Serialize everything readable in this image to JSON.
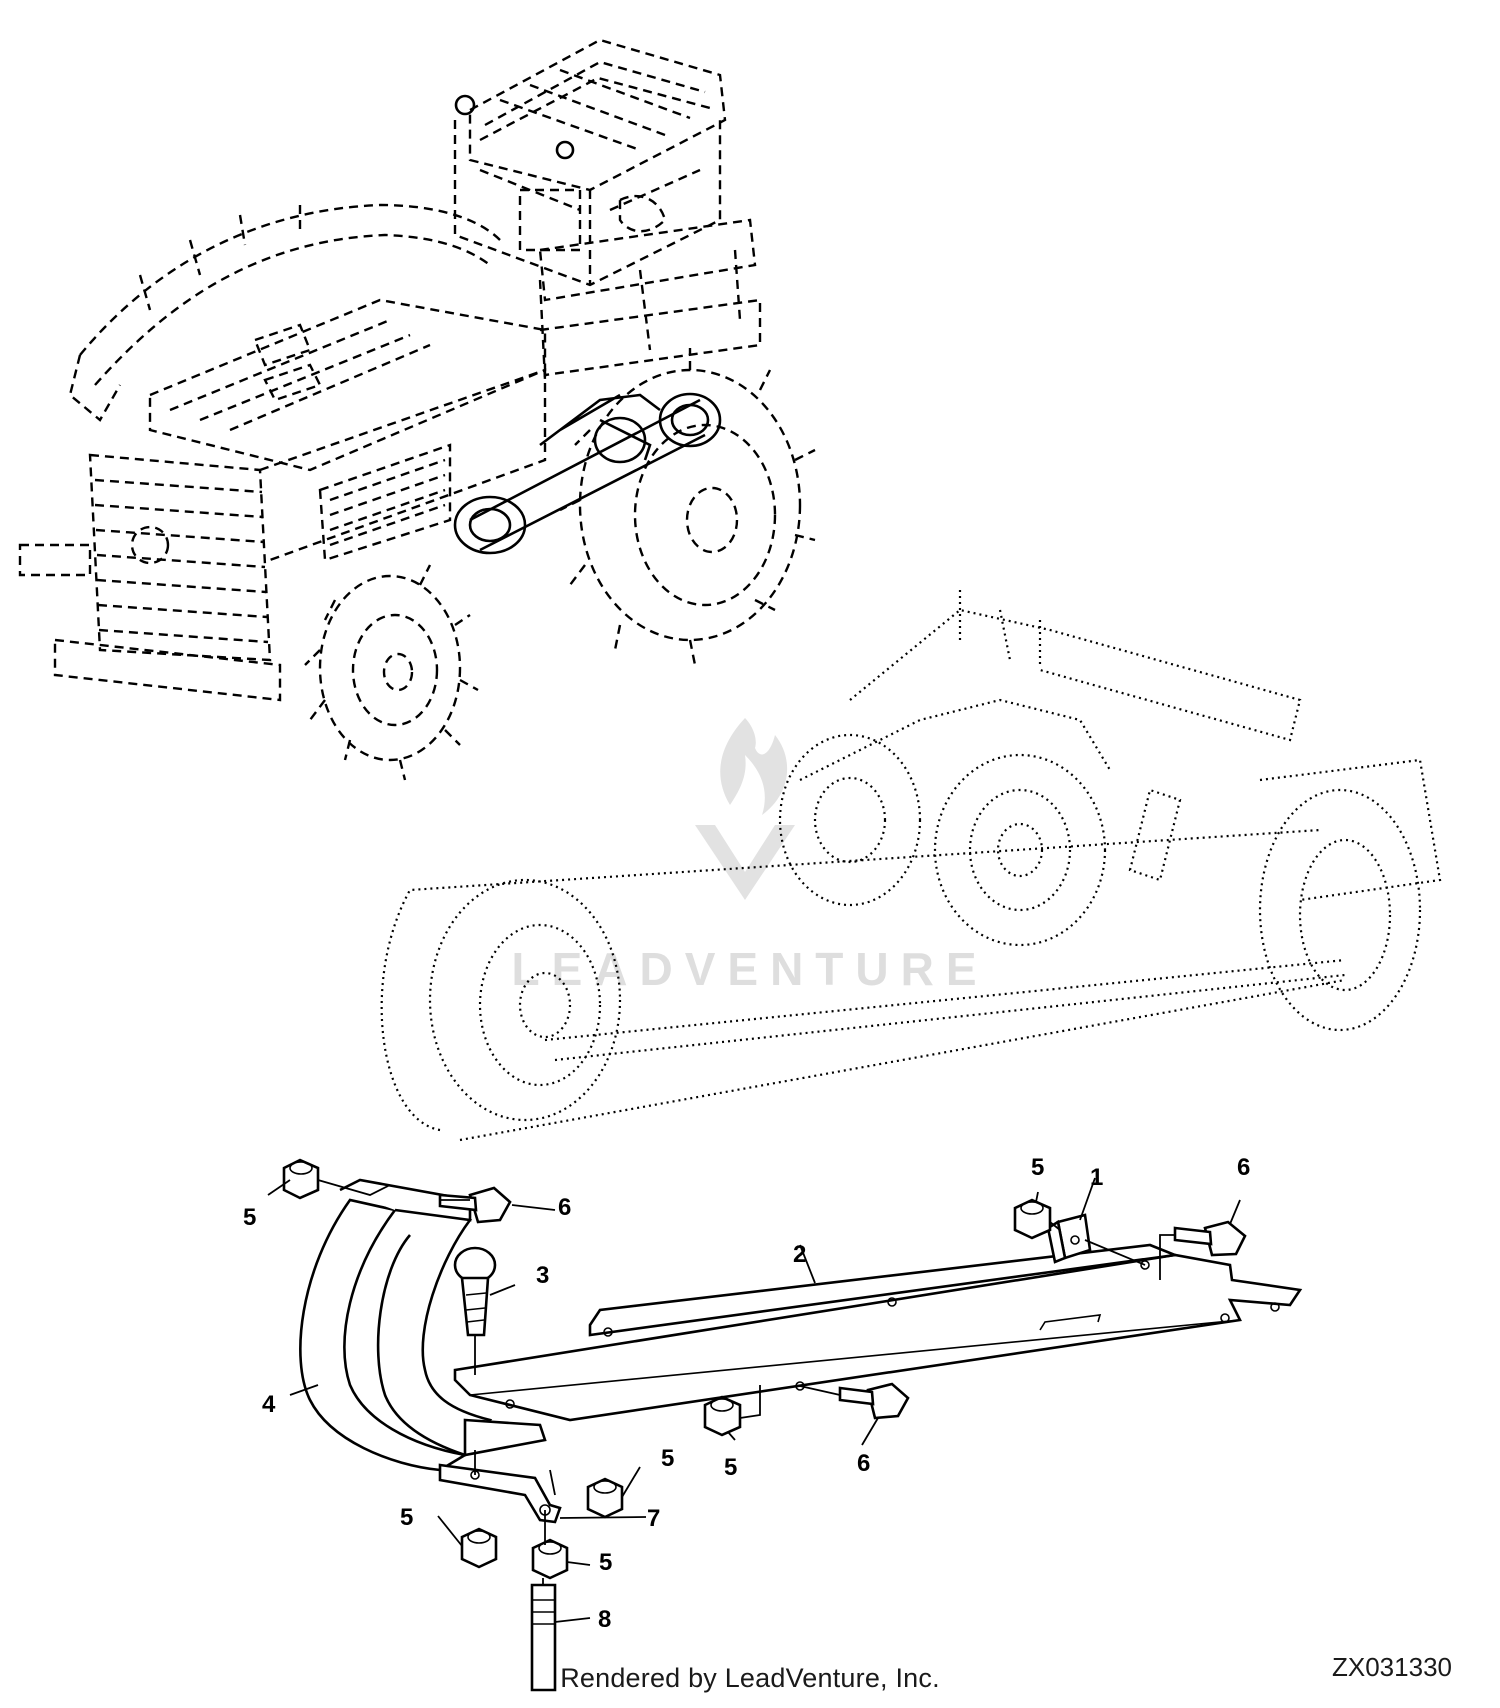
{
  "diagram": {
    "callouts": {
      "c1": "1",
      "c2": "2",
      "c3": "3",
      "c4": "4",
      "c5a": "5",
      "c5b": "5",
      "c5c": "5",
      "c5d": "5",
      "c5e": "5",
      "c5f": "5",
      "c6a": "6",
      "c6b": "6",
      "c6c": "6",
      "c7": "7",
      "c8": "8"
    },
    "watermark": "LEADVENTURE",
    "figure_id": "ZX031330",
    "credit": "Rendered by LeadVenture, Inc.",
    "colors": {
      "ink": "#000000",
      "watermark": "#d8d8d8",
      "background": "#ffffff"
    }
  }
}
